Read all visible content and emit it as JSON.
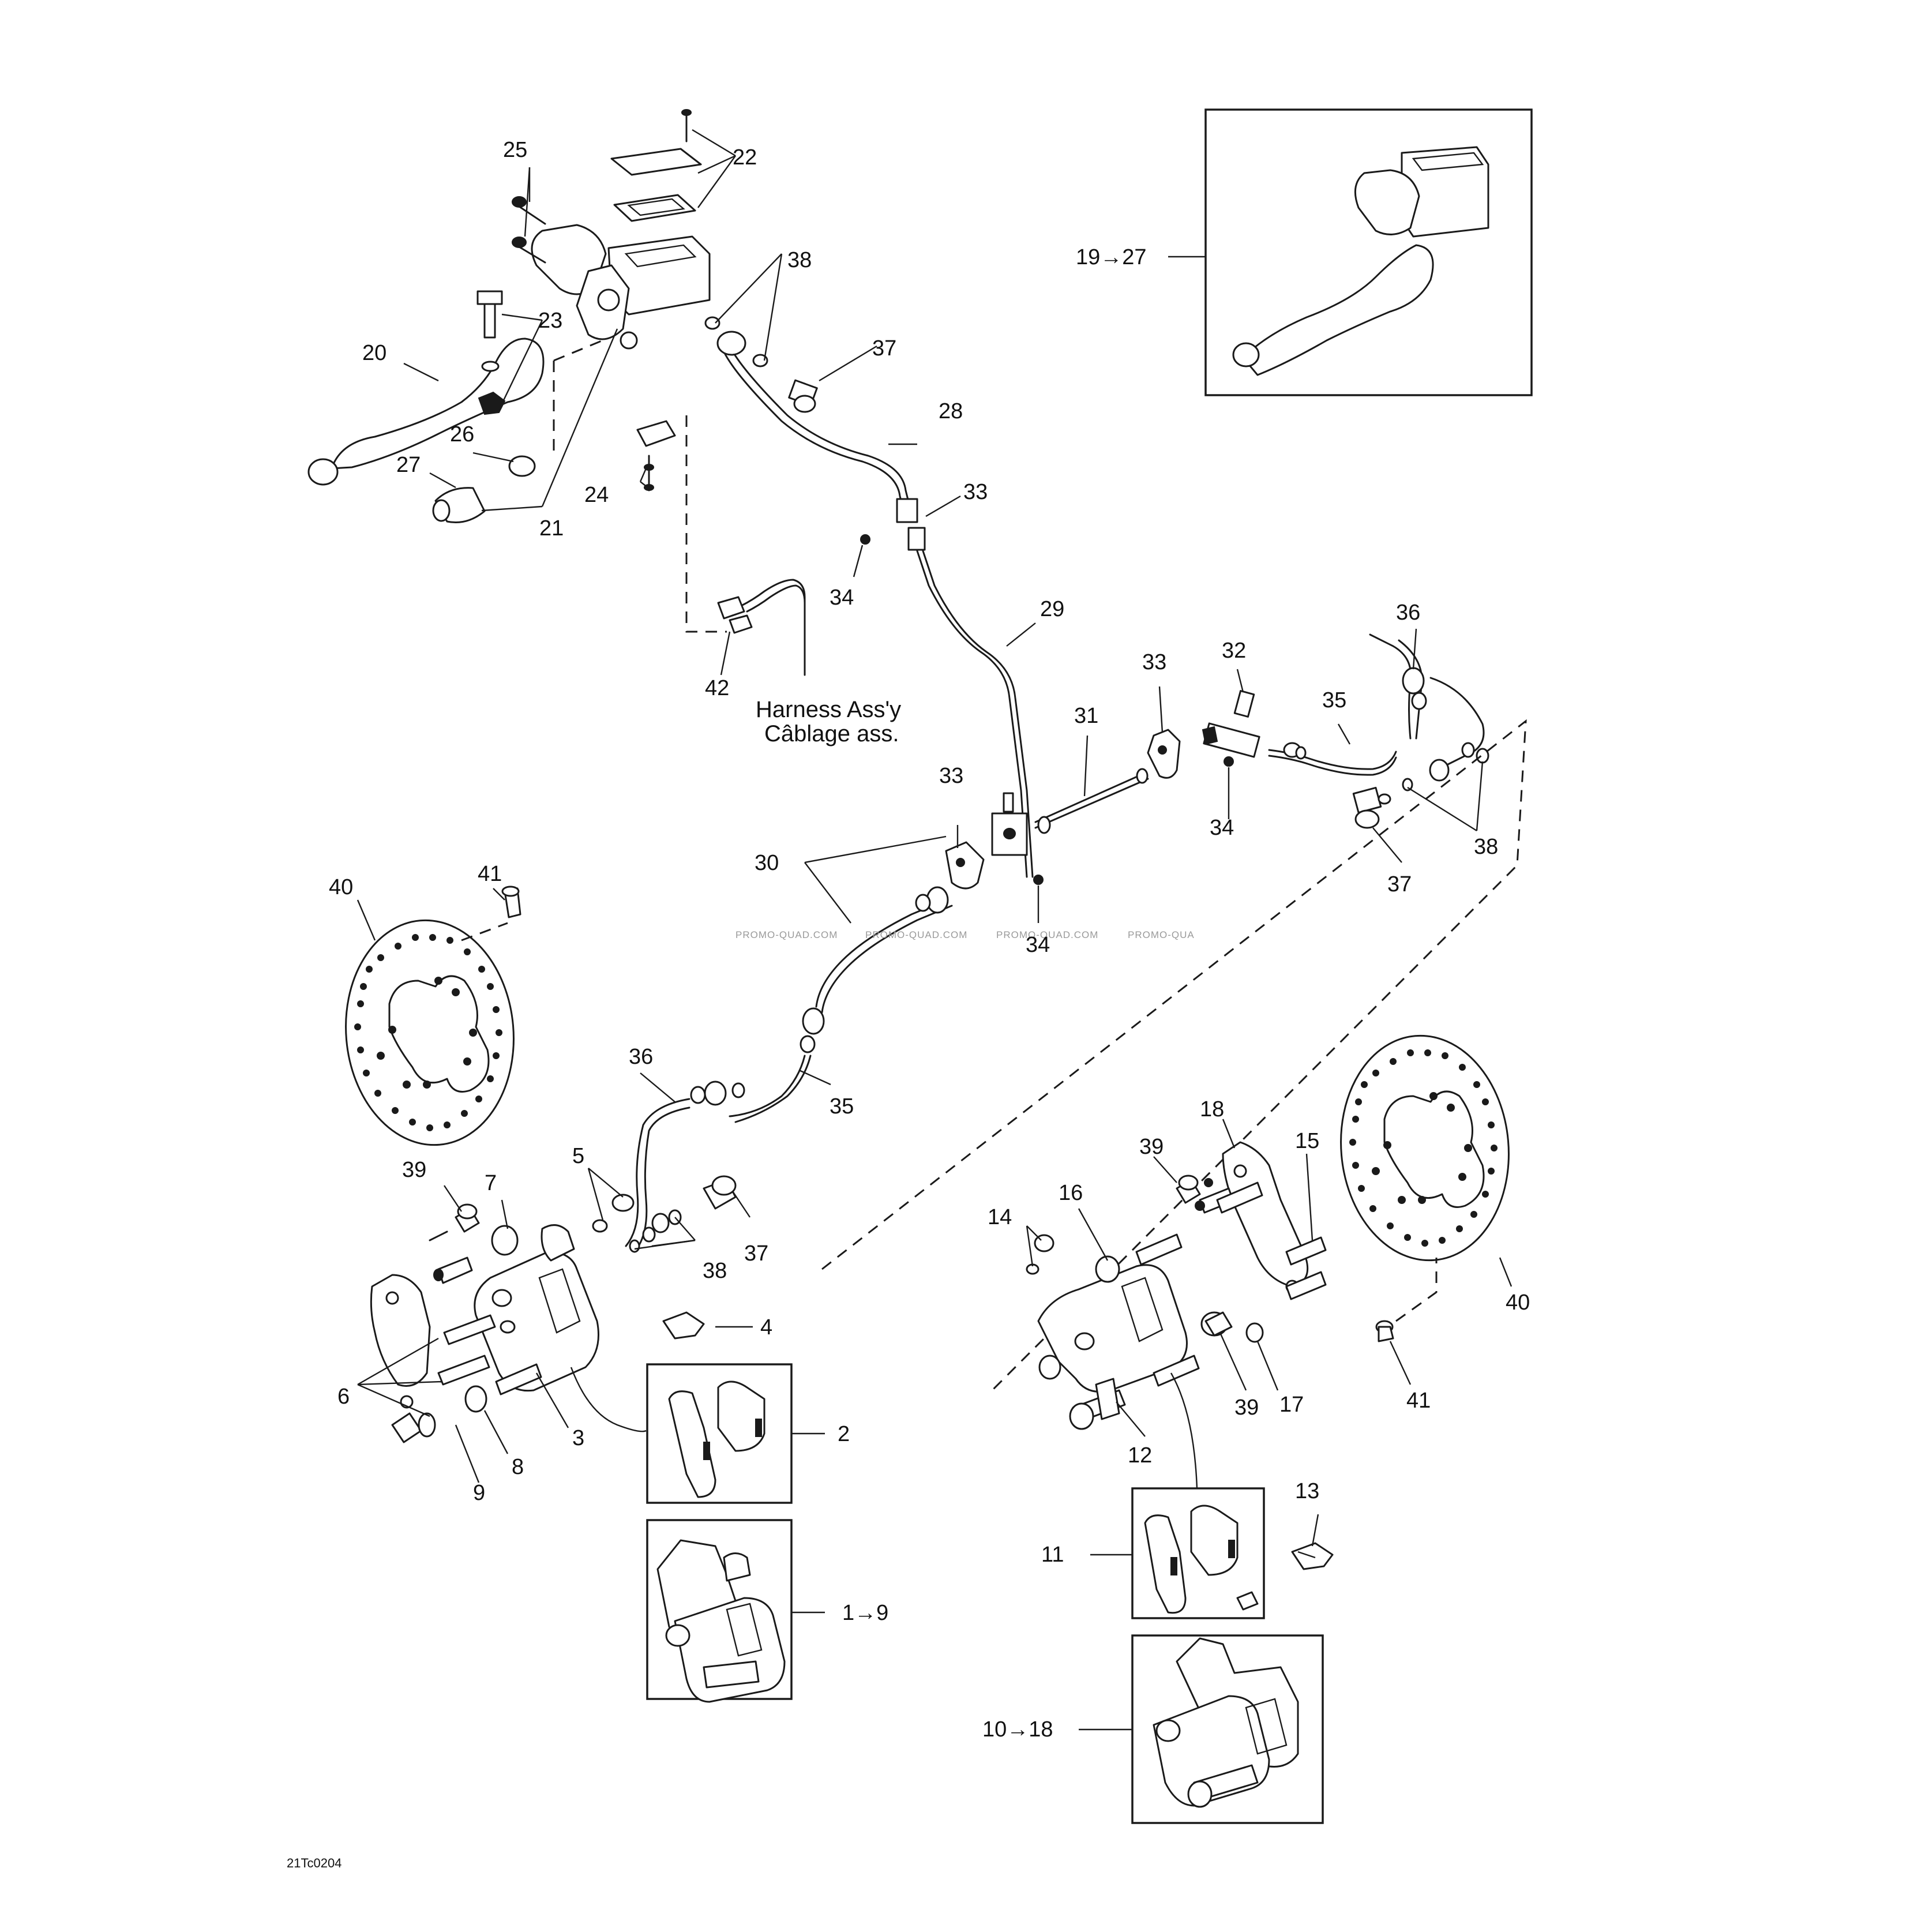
{
  "diagram": {
    "figure_code": "21Tc0204",
    "watermark": [
      "PROMO-QUAD.COM",
      "PROMO-QUAD.COM",
      "PROMO-QUAD.COM",
      "PROMO-QUA"
    ],
    "harness_label": [
      "Harness Ass'y",
      "Câblage ass."
    ],
    "callouts": {
      "c1": "1→9",
      "c2": "2",
      "c3": "3",
      "c4": "4",
      "c5": "5",
      "c6": "6",
      "c7": "7",
      "c8": "8",
      "c9": "9",
      "c10": "10→18",
      "c11": "11",
      "c12": "12",
      "c13": "13",
      "c14": "14",
      "c15": "15",
      "c16": "16",
      "c17": "17",
      "c18": "18",
      "c19": "19→27",
      "c20": "20",
      "c21": "21",
      "c22": "22",
      "c23": "23",
      "c24": "24",
      "c25": "25",
      "c26": "26",
      "c27": "27",
      "c28": "28",
      "c29": "29",
      "c30": "30",
      "c31": "31",
      "c32": "32",
      "c33a": "33",
      "c33b": "33",
      "c33c": "33",
      "c34a": "34",
      "c34b": "34",
      "c34c": "34",
      "c35a": "35",
      "c35b": "35",
      "c36a": "36",
      "c36b": "36",
      "c37a": "37",
      "c37b": "37",
      "c37c": "37",
      "c38a": "38",
      "c38b": "38",
      "c38c": "38",
      "c39a": "39",
      "c39b": "39",
      "c39c": "39",
      "c40a": "40",
      "c40b": "40",
      "c41a": "41",
      "c41b": "41",
      "c42": "42"
    }
  }
}
